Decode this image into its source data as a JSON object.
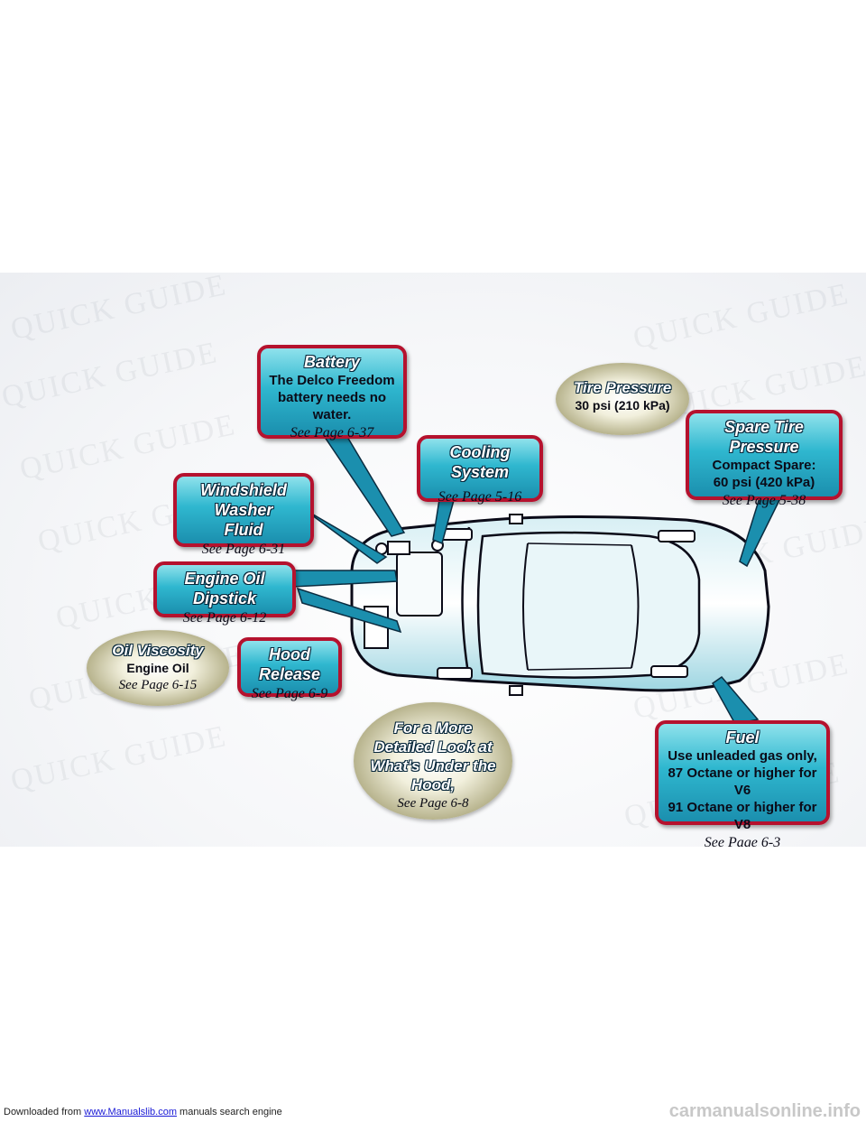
{
  "watermark": "QUICK GUIDE",
  "callouts": {
    "battery": {
      "title": "Battery",
      "line1": "The Delco Freedom",
      "line2": "battery needs no water.",
      "page": "See Page 6-37"
    },
    "cooling": {
      "title": "Cooling System",
      "page": "See Page 5-16"
    },
    "washer": {
      "title1": "Windshield Washer",
      "title2": "Fluid",
      "page": "See Page 6-31"
    },
    "dipstick": {
      "title": "Engine Oil Dipstick",
      "page": "See Page 6-12"
    },
    "hood": {
      "title": "Hood Release",
      "page": "See Page 6-9"
    },
    "spare": {
      "title": "Spare Tire Pressure",
      "line1": "Compact Spare:",
      "line2": "60 psi (420 kPa)",
      "page": "See Page 5-38"
    },
    "fuel": {
      "title": "Fuel",
      "line1": "Use unleaded gas only,",
      "line2": "87 Octane or higher for V6",
      "line3": "91 Octane or higher for V8",
      "page": "See Page 6-3"
    }
  },
  "ovals": {
    "tire": {
      "title": "Tire Pressure",
      "line1": "30 psi (210 kPa)"
    },
    "oil": {
      "title": "Oil Viscosity",
      "line1": "Engine Oil",
      "page": "See Page 6-15"
    },
    "hoodlook": {
      "line1": "For a More",
      "line2": "Detailed Look at",
      "line3": "What's Under the Hood,",
      "page": "See Page 6-8"
    }
  },
  "footer": {
    "prefix": "Downloaded from ",
    "link": "www.Manualslib.com",
    "suffix": " manuals search engine",
    "right": "carmanualsonline.info"
  },
  "colors": {
    "box_border": "#b5122e",
    "box_fill": "#2fb7cf",
    "car_fill": "#bfe6ee"
  }
}
